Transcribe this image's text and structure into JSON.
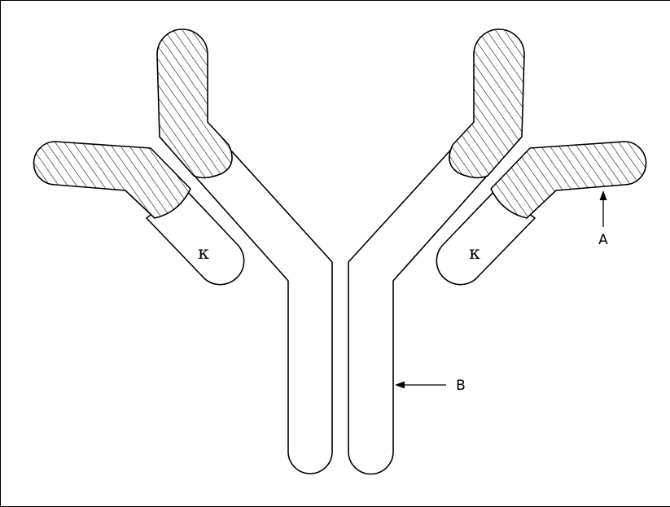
{
  "labels": {
    "light_chain_left": "κ",
    "light_chain_right": "κ",
    "pointer_a": "A",
    "pointer_b": "B"
  }
}
